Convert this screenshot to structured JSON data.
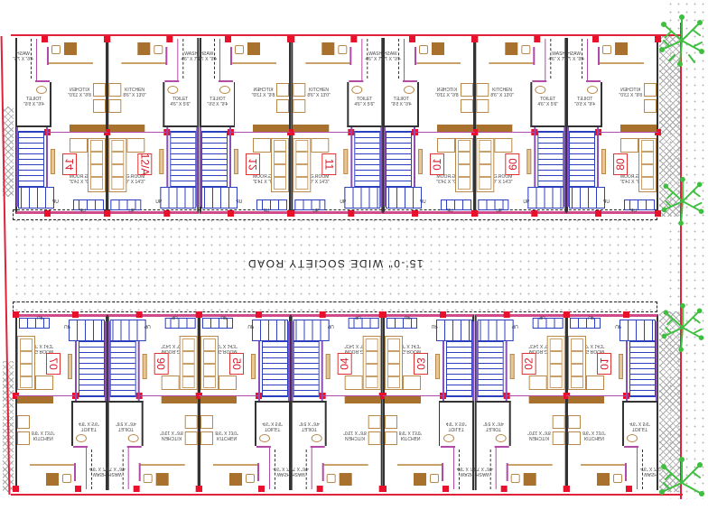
{
  "drawing": {
    "type": "site-floor-plan",
    "road_label": "15'-0\" WIDE SOCIETY ROAD"
  },
  "room_labels": {
    "drg_room": "DRG.ROOM",
    "drg_room_size": "10'0\" X 14'3\"",
    "kitchen": "KITCHEN",
    "kitchen_size": "8'6\" X 13'0\"",
    "toilet": "TOILET",
    "toilet_size": "4'6\" X 5'6\"",
    "wash": "WASH",
    "wash_size": "4'6\" X 7'6\"",
    "up": "UP"
  },
  "top_row": {
    "units": [
      {
        "id": "08",
        "mirror": false
      },
      {
        "id": "09",
        "mirror": true
      },
      {
        "id": "10",
        "mirror": false
      },
      {
        "id": "11",
        "mirror": true
      },
      {
        "id": "12",
        "mirror": false
      },
      {
        "id": "12/A",
        "mirror": true
      },
      {
        "id": "14",
        "mirror": false
      }
    ]
  },
  "bottom_row": {
    "units": [
      {
        "id": "07",
        "mirror": false
      },
      {
        "id": "06",
        "mirror": true
      },
      {
        "id": "05",
        "mirror": false
      },
      {
        "id": "04",
        "mirror": true
      },
      {
        "id": "03",
        "mirror": false
      },
      {
        "id": "02",
        "mirror": true
      },
      {
        "id": "01",
        "mirror": false
      }
    ]
  },
  "colors": {
    "wall": "#333333",
    "partition": "#b24aa8",
    "column": "#e8102a",
    "stair": "#2c3fbf",
    "furniture": "#b8894a",
    "boundary": "#e0223a",
    "tree": "#3fbf3f"
  }
}
